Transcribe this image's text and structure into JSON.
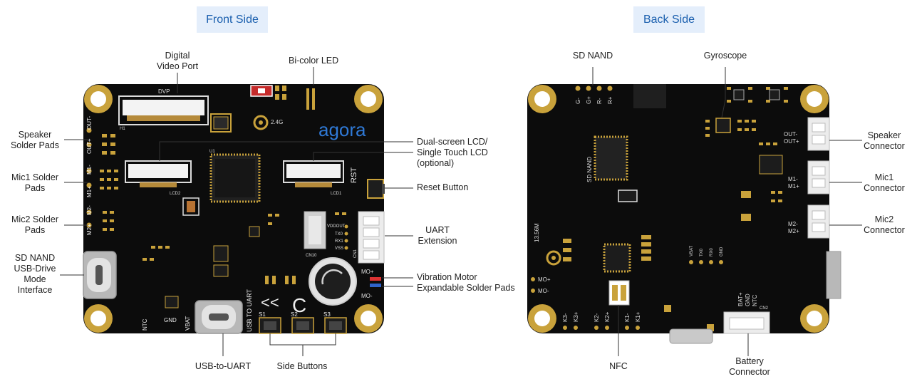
{
  "titles": {
    "front": "Front Side",
    "back": "Back Side"
  },
  "front": {
    "labels": {
      "digital_video_port": [
        "Digital",
        "Video Port"
      ],
      "bicolor_led": "Bi-color LED",
      "speaker_pads": [
        "Speaker",
        "Solder Pads"
      ],
      "mic1_pads": [
        "Mic1 Solder",
        "Pads"
      ],
      "mic2_pads": [
        "Mic2 Solder",
        "Pads"
      ],
      "sd_nand_usb": [
        "SD NAND",
        "USB-Drive",
        "Mode",
        "Interface"
      ],
      "lcd": [
        "Dual-screen LCD/",
        "Single Touch LCD",
        "(optional)"
      ],
      "reset_button": "Reset Button",
      "uart_ext": [
        "UART",
        "Extension"
      ],
      "vibration_motor": "Vibration Motor",
      "expandable_pads": "Expandable Solder Pads",
      "usb_uart": "USB-to-UART",
      "side_buttons": "Side Buttons"
    },
    "silk": {
      "dvp": "DVP",
      "brand": "agora",
      "freq": "2.4G",
      "rst": "RST",
      "out_minus": "OUT-",
      "out_plus": "OUT+",
      "m1_minus": "M1-",
      "m1_plus": "M1+",
      "m2_minus": "M2-",
      "m2_plus": "M2+",
      "vddout": "VDDOUT",
      "tx0": "TX0",
      "rx1": "RX1",
      "vss": "VSS",
      "cn10": "CN10",
      "cn1": "CN1",
      "mo_plus": "MO+",
      "mo_minus": "MO-",
      "s1": "S1",
      "s2": "S2",
      "s3": "S3",
      "usb_to_uart": "USB TO UART",
      "ntc": "NTC",
      "gnd": "GND",
      "vbat": "VBAT",
      "lcd1": "LCD1",
      "lcd2": "LCD2",
      "u1": "U1",
      "h1": "H1"
    }
  },
  "back": {
    "labels": {
      "sd_nand": "SD NAND",
      "gyroscope": "Gyroscope",
      "speaker_conn": [
        "Speaker",
        "Connector"
      ],
      "mic1_conn": [
        "Mic1",
        "Connector"
      ],
      "mic2_conn": [
        "Mic2",
        "Connector"
      ],
      "nfc": "NFC",
      "battery_conn": [
        "Battery",
        "Connector"
      ]
    },
    "silk": {
      "g_minus": "G-",
      "g_plus": "G+",
      "r_minus": "R-",
      "r_plus": "R+",
      "sd_nand_chip": "SD NAND",
      "gnd": "GND",
      "out_minus": "OUT-",
      "out_plus": "OUT+",
      "m1_minus": "M1-",
      "m1_plus": "M1+",
      "m2_minus": "M2-",
      "m2_plus": "M2+",
      "freq": "13.56M",
      "mo_plus": "MO+",
      "mo_minus": "MO-",
      "vbat": "VBAT",
      "tx0": "TX0",
      "rx0": "RX0",
      "ntc": "NTC",
      "gnd2": "GND",
      "bat_plus": "BAT+",
      "cn2": "CN2",
      "k3_minus": "K3-",
      "k3_plus": "K3+",
      "k2_minus": "K2-",
      "k2_plus": "K2+",
      "k1_minus": "K1-",
      "k1_plus": "K1+"
    }
  }
}
